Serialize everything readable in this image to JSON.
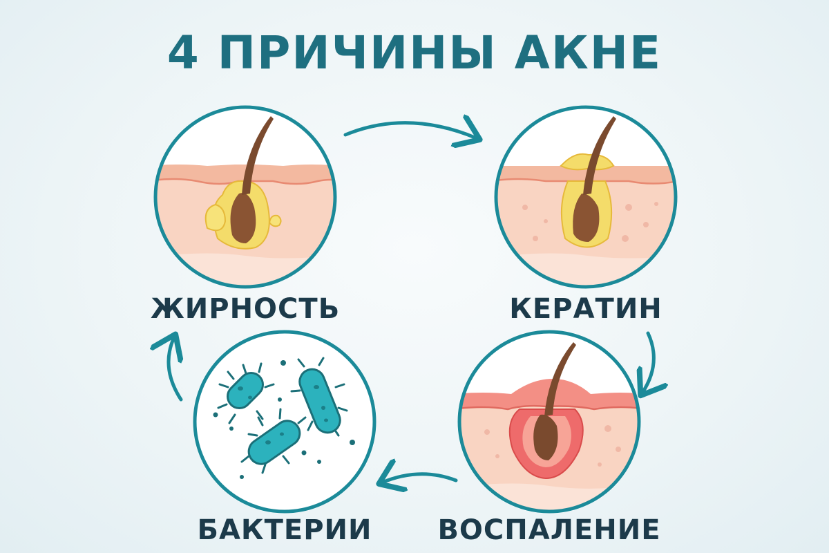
{
  "title": "4 ПРИЧИНЫ АКНЕ",
  "stages": [
    {
      "label": "ЖИРНОСТЬ"
    },
    {
      "label": "КЕРАТИН"
    },
    {
      "label": "ВОСПАЛЕНИЕ"
    },
    {
      "label": "БАКТЕРИИ"
    }
  ],
  "colors": {
    "title": "#1e6f80",
    "label": "#1c3a4a",
    "ring": "#1b8a99",
    "arrow": "#1b8a99",
    "skin": "#f9d4c2",
    "skin_top": "#f3b9a0",
    "hair": "#7a4a2e",
    "sebum": "#f4dc6a",
    "inflammation": "#ee6b6b",
    "bacteria": "#2cb2bd"
  }
}
